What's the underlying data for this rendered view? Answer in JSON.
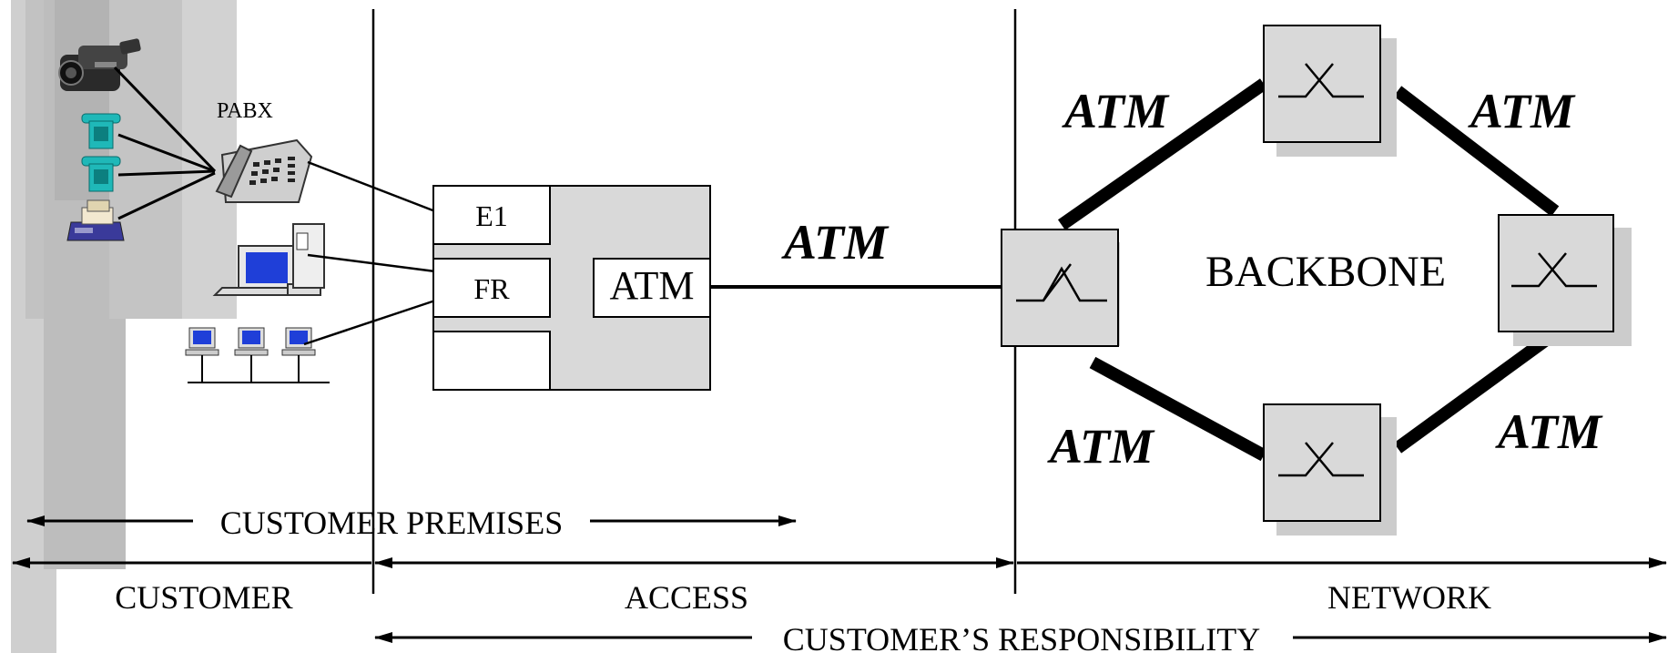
{
  "customer_side": {
    "pabx_label": "PABX"
  },
  "access_device": {
    "ports": [
      "E1",
      "FR",
      ""
    ],
    "core_label": "ATM"
  },
  "access_link_label": "ATM",
  "backbone": {
    "label": "BACKBONE",
    "link_labels": [
      "ATM",
      "ATM",
      "ATM",
      "ATM"
    ]
  },
  "zones": {
    "customer_premises": "CUSTOMER PREMISES",
    "customer": "CUSTOMER",
    "access": "ACCESS",
    "network": "NETWORK",
    "customer_responsibility": "CUSTOMER’S RESPONSIBILITY"
  },
  "colors": {
    "shade": "#c8c8c8",
    "box_fill": "#d9d9d9",
    "switch_shadow": "#cccccc",
    "pc_screen": "#1f3fd8",
    "phone_teal": "#1fb8b8",
    "line": "#000000"
  }
}
